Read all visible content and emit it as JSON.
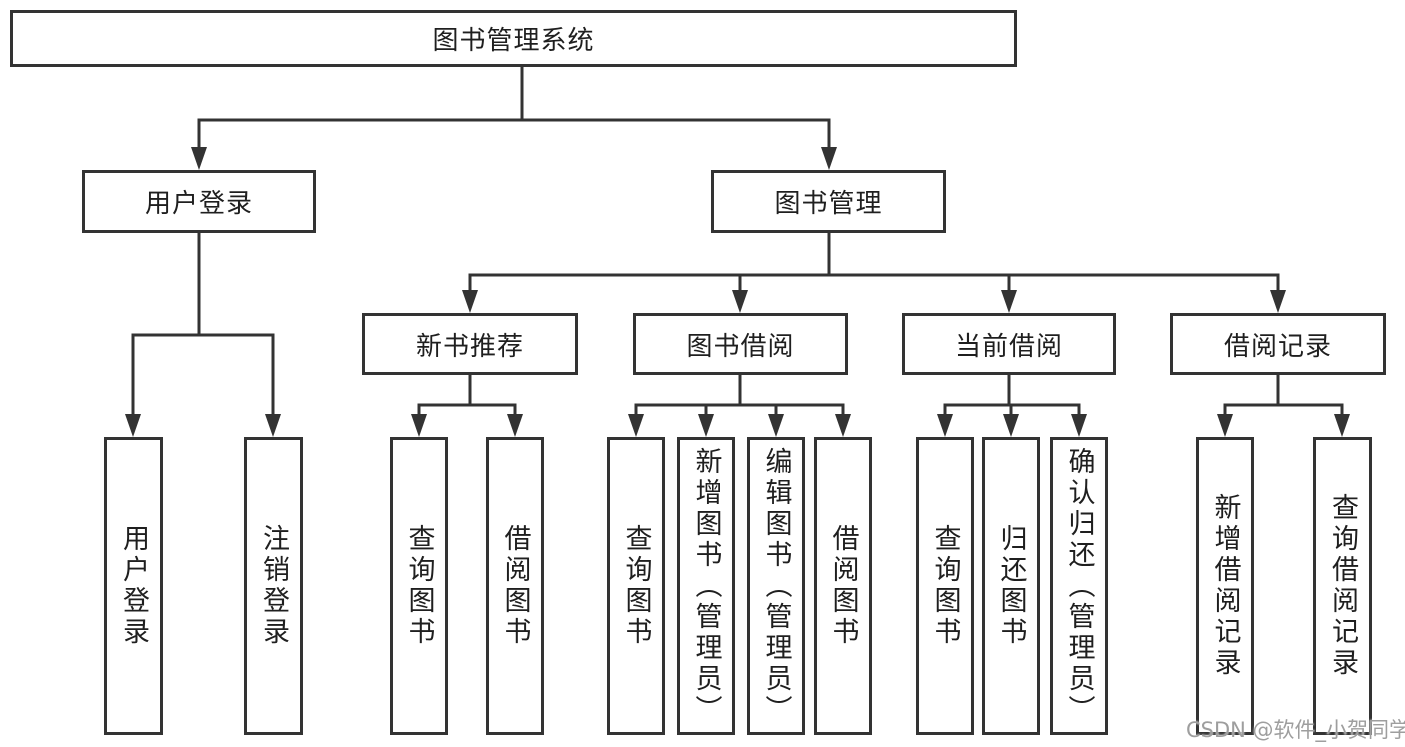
{
  "root_label": "图书管理系统",
  "level2": {
    "user_login": "用户登录",
    "book_management": "图书管理"
  },
  "level3": {
    "new_book_recommend": "新书推荐",
    "book_borrowing": "图书借阅",
    "current_borrowing": "当前借阅",
    "borrowing_records": "借阅记录"
  },
  "leaves": {
    "user_login": "用户登录",
    "logout": "注销登录",
    "nb_query_books": "查询图书",
    "nb_borrow_books": "借阅图书",
    "bb_query_books": "查询图书",
    "bb_add_books_admin": "新增图书（管理员）",
    "bb_edit_books_admin": "编辑图书（管理员）",
    "bb_borrow_books": "借阅图书",
    "cb_query_books": "查询图书",
    "cb_return_books": "归还图书",
    "cb_confirm_return_admin": "确认归还（管理员）",
    "br_add_record": "新增借阅记录",
    "br_query_record": "查询借阅记录"
  },
  "watermark": "CSDN @软件_小贺同学",
  "colors": {
    "line": "#333333",
    "text": "#1f1f1f",
    "watermark": "#9e9e9e",
    "background": "#ffffff"
  }
}
